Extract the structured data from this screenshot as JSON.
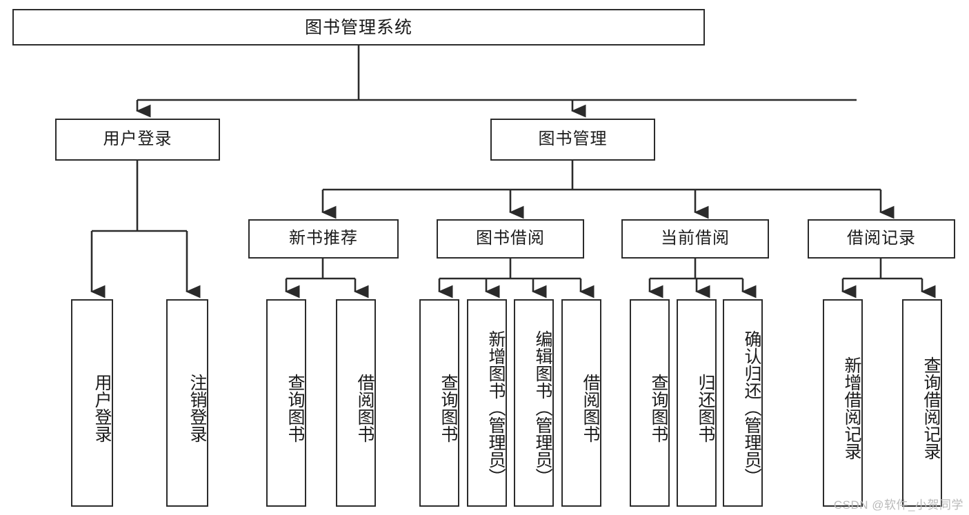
{
  "diagram": {
    "title": "图书管理系统",
    "watermark": "CSDN @软件_小贺同学",
    "stroke_color": "#2b2b2b",
    "fill_color": "#ffffff",
    "text_color": "#1a1a1a",
    "background": "#ffffff",
    "type": "tree-hierarchy-diagram"
  },
  "nodes": {
    "root": {
      "label": "图书管理系统",
      "level": 0,
      "orientation": "horizontal"
    },
    "l1": [
      {
        "id": "user-login",
        "label": "用户登录",
        "orientation": "horizontal"
      },
      {
        "id": "book-management",
        "label": "图书管理",
        "orientation": "horizontal"
      }
    ],
    "l2": [
      {
        "id": "new-book-recommend",
        "label": "新书推荐",
        "orientation": "horizontal",
        "parent": "book-management"
      },
      {
        "id": "book-borrow",
        "label": "图书借阅",
        "orientation": "horizontal",
        "parent": "book-management"
      },
      {
        "id": "current-borrow",
        "label": "当前借阅",
        "orientation": "horizontal",
        "parent": "book-management"
      },
      {
        "id": "borrow-record",
        "label": "借阅记录",
        "orientation": "horizontal",
        "parent": "book-management"
      }
    ],
    "leaves": [
      {
        "id": "leaf-user-login",
        "label": "用户登录",
        "parent": "user-login",
        "orientation": "vertical"
      },
      {
        "id": "leaf-logout-login",
        "label": "注销登录",
        "parent": "user-login",
        "orientation": "vertical"
      },
      {
        "id": "leaf-query-book-1",
        "label": "查询图书",
        "parent": "new-book-recommend",
        "orientation": "vertical"
      },
      {
        "id": "leaf-borrow-book-1",
        "label": "借阅图书",
        "parent": "new-book-recommend",
        "orientation": "vertical"
      },
      {
        "id": "leaf-query-book-2",
        "label": "查询图书",
        "parent": "book-borrow",
        "orientation": "vertical"
      },
      {
        "id": "leaf-add-book",
        "label": "新增图书（管理员）",
        "parent": "book-borrow",
        "orientation": "vertical"
      },
      {
        "id": "leaf-edit-book",
        "label": "编辑图书（管理员）",
        "parent": "book-borrow",
        "orientation": "vertical"
      },
      {
        "id": "leaf-borrow-book-2",
        "label": "借阅图书",
        "parent": "book-borrow",
        "orientation": "vertical"
      },
      {
        "id": "leaf-query-book-3",
        "label": "查询图书",
        "parent": "current-borrow",
        "orientation": "vertical"
      },
      {
        "id": "leaf-return-book",
        "label": "归还图书",
        "parent": "current-borrow",
        "orientation": "vertical"
      },
      {
        "id": "leaf-confirm-return",
        "label": "确认归还（管理员）",
        "parent": "current-borrow",
        "orientation": "vertical"
      },
      {
        "id": "leaf-add-record",
        "label": "新增借阅记录",
        "parent": "borrow-record",
        "orientation": "vertical"
      },
      {
        "id": "leaf-query-record",
        "label": "查询借阅记录",
        "parent": "borrow-record",
        "orientation": "vertical"
      }
    ]
  }
}
